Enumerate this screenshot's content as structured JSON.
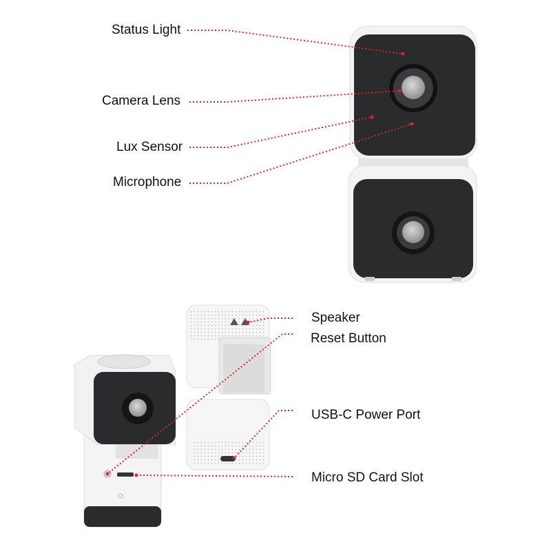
{
  "labels": {
    "status_light": "Status Light",
    "camera_lens": "Camera Lens",
    "lux_sensor": "Lux Sensor",
    "microphone": "Microphone",
    "speaker": "Speaker",
    "reset_button": "Reset Button",
    "usb_c_power_port": "USB-C Power Port",
    "micro_sd_card_slot": "Micro SD Card Slot"
  },
  "colors": {
    "leader_line": "#e0202a",
    "camera_face": "#2a2b2d",
    "camera_body": "#f2f2f2"
  }
}
